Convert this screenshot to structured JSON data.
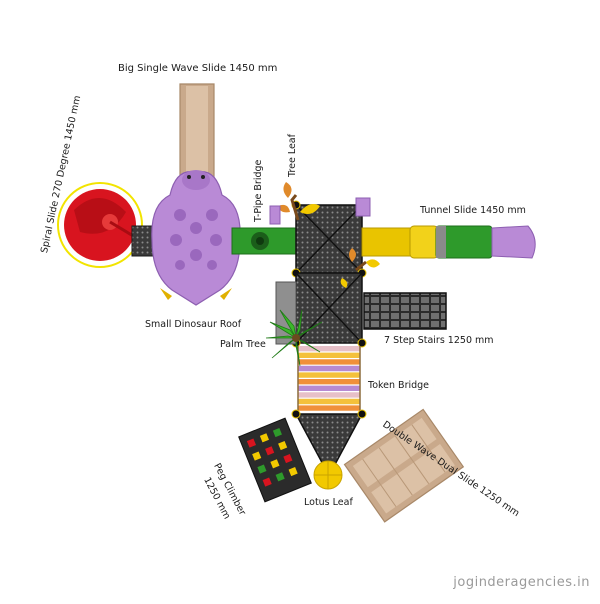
{
  "labels": {
    "big_slide": "Big Single Wave Slide 1450 mm",
    "spiral_slide": "Spiral Slide 270 Degree 1450 mm",
    "tpipe": "T-Pipe Bridge",
    "tree_leaf": "Tree Leaf",
    "tunnel_slide": "Tunnel Slide 1450 mm",
    "dino_roof": "Small Dinosaur Roof",
    "palm_tree": "Palm Tree",
    "stairs": "7 Step Stairs 1250 mm",
    "token_bridge": "Token Bridge",
    "double_slide": "Double Wave Dual Slide  1250 mm",
    "peg_climber_1": "Peg Climber",
    "peg_climber_2": "1250 mm",
    "lotus_leaf": "Lotus Leaf"
  },
  "watermark": "joginderagencies.in",
  "colors": {
    "beige": "#c9a98b",
    "purple": "#b98ad6",
    "red": "#d8141f",
    "green": "#2e9a2b",
    "yellow": "#e9c400",
    "platform": "#2a2a2a",
    "bridge_colors": [
      "#e7c0c8",
      "#f4c13b",
      "#f0903a",
      "#b78ad2",
      "#f4c13b",
      "#f0903a",
      "#b78ad2",
      "#e7c0c8",
      "#f4c13b",
      "#f0903a"
    ]
  }
}
